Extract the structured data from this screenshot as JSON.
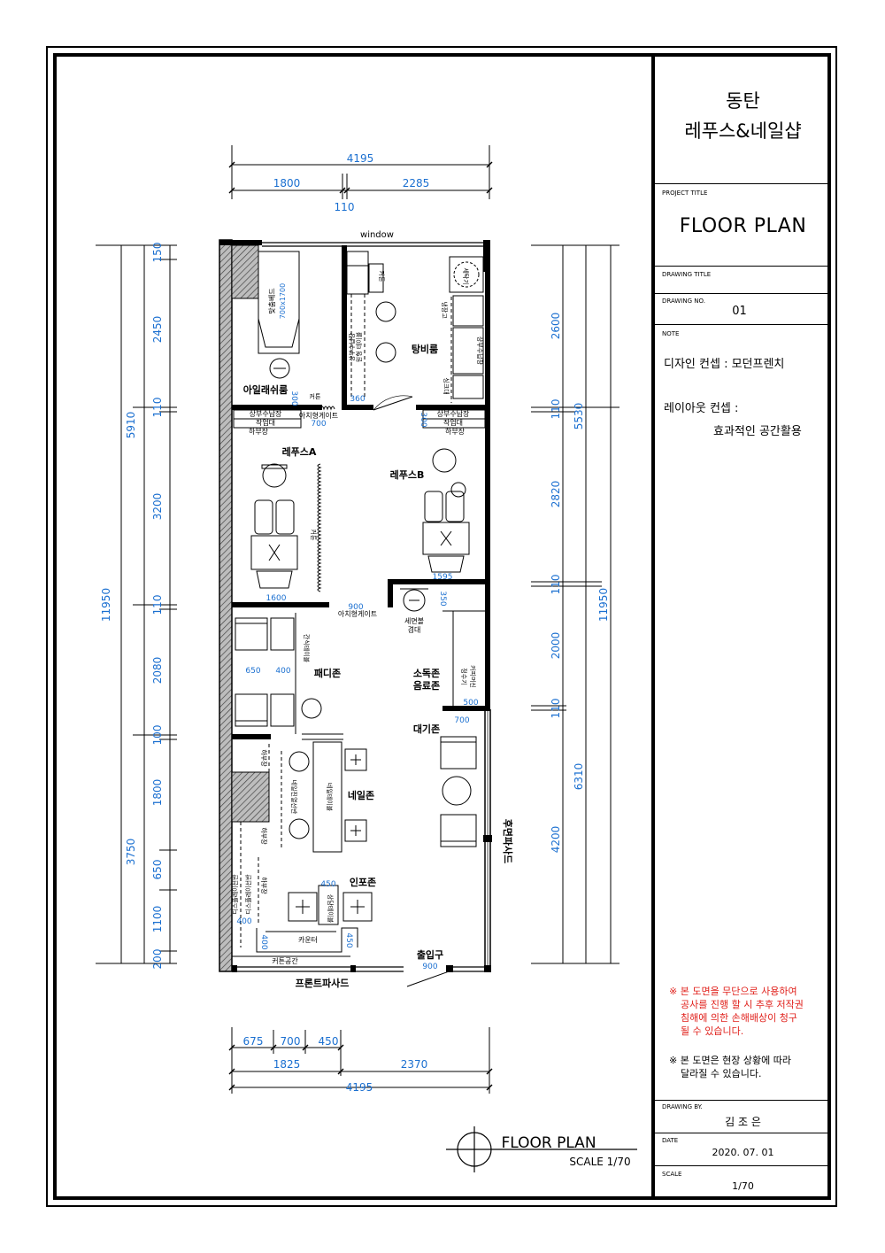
{
  "title_block": {
    "project_name_line1": "동탄",
    "project_name_line2": "레푸스&네일샵",
    "project_title_label": "PROJECT TITLE",
    "project_title": "FLOOR PLAN",
    "drawing_title_label": "DRAWING TITLE",
    "drawing_no_label": "DRAWING NO.",
    "drawing_no": "01",
    "note_label": "NOTE",
    "design_concept": "디자인 컨셉 : 모던프렌치",
    "layout_concept_label": "레이아웃 컨셉 :",
    "layout_concept_value": "효과적인 공간활용",
    "warning_lines": [
      "※ 본 도면을 무단으로 사용하여",
      "공사를 진행 할 시 추후 저작권",
      "침해에 의한 손해배상이 청구",
      "될 수 있습니다."
    ],
    "notice_lines": [
      "※ 본 도면은 현장 상황에 따라",
      "달라질 수 있습니다."
    ],
    "drawn_by_label": "DRAWING BY.",
    "drawn_by": "김 조 은",
    "date_label": "DATE",
    "date": "2020. 07. 01",
    "scale_label": "SCALE",
    "scale": "1/70",
    "warning_color": "#e0201b"
  },
  "plan": {
    "caption_title": "FLOOR PLAN",
    "caption_scale": "SCALE 1/70",
    "dimension_color": "#1a6fd0",
    "top_dims": {
      "total": "4195",
      "left": "1800",
      "right": "2285",
      "wall": "110"
    },
    "bottom_dims": {
      "seg1": "675",
      "seg2": "700",
      "seg3": "450",
      "left": "1825",
      "right": "2370",
      "total": "4195"
    },
    "left_dims": {
      "total": "11950",
      "upper": "5910",
      "lower": "3750",
      "segs": [
        "150",
        "2450",
        "110",
        "3200",
        "110",
        "2080",
        "100",
        "1800",
        "650",
        "1100",
        "200"
      ]
    },
    "right_dims": {
      "total": "11950",
      "upper": "5530",
      "lower": "6310",
      "segs": [
        "2600",
        "110",
        "2820",
        "110",
        "2000",
        "110",
        "4200"
      ]
    },
    "rooms": {
      "window": "window",
      "irrigation_room": "아일래쉬룸",
      "custom_bed": "맞춤베드",
      "bed_size": "700x1700",
      "powder_room": "탕비룸",
      "reps_a": "레푸스A",
      "reps_b": "레푸스B",
      "pedi_zone": "패디존",
      "disinfect_zone": "소독존",
      "drink_zone": "음료존",
      "waiting_zone": "대기존",
      "nail_zone": "네일존",
      "info_zone": "인포존",
      "entrance": "출입구",
      "front_facade": "프론트파사드",
      "rear_facade": "후면파사드"
    },
    "labels": {
      "curtain": "커튼",
      "arch_gate": "아치형게이트",
      "upper_storage": "상부수납장",
      "workbench": "작업대",
      "lower_cabinet": "하부장",
      "sink": "싱크대",
      "fridge": "냉장고",
      "washer": "세탁기",
      "upper_storage_v": "상부수납장",
      "round_table": "원형 테이블",
      "wash_basin": "세면볼",
      "mirror": "겸대",
      "coffee_machine": "커피머신",
      "water_purifier": "정수기",
      "snack_table": "간식테이블",
      "nail_table": "네일테이블",
      "nail_cabinet": "네일진열선반",
      "counter": "카운터",
      "consult_table": "상담테이블",
      "display_shelf": "디스플레이선반",
      "curtain_space": "커튼공간",
      "lower_cab2": "하부장"
    },
    "inner_dims": [
      "700",
      "300",
      "300",
      "360",
      "1600",
      "1595",
      "900",
      "350",
      "650",
      "400",
      "500",
      "700",
      "450",
      "400",
      "400",
      "450",
      "900"
    ]
  }
}
